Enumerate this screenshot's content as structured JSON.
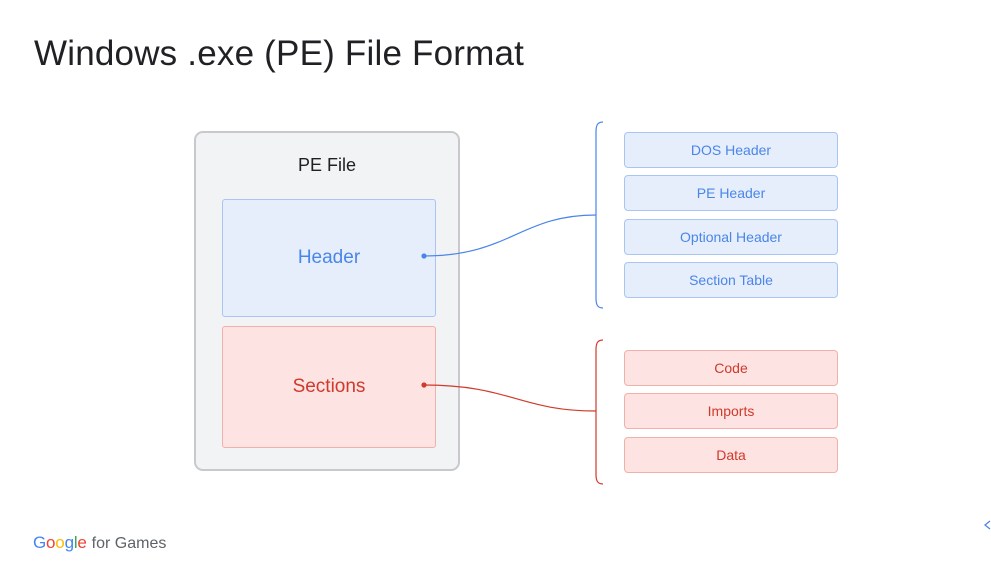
{
  "slide": {
    "title": "Windows .exe (PE) File Format"
  },
  "pe_file": {
    "label": "PE File",
    "header_label": "Header",
    "sections_label": "Sections"
  },
  "header_parts": [
    {
      "label": "DOS Header"
    },
    {
      "label": "PE Header"
    },
    {
      "label": "Optional Header"
    },
    {
      "label": "Section Table"
    }
  ],
  "section_parts": [
    {
      "label": "Code"
    },
    {
      "label": "Imports"
    },
    {
      "label": "Data"
    }
  ],
  "footer": {
    "brand": "Google",
    "tail": "for Games"
  },
  "colors": {
    "blue_accent": "#4a86e8",
    "red_accent": "#d0392c",
    "blue_fill": "#e6eefc",
    "red_fill": "#fde3e1",
    "container_fill": "#f1f3f4"
  }
}
